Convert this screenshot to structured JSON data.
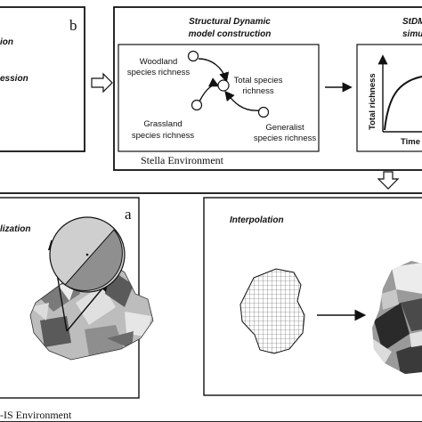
{
  "panel_b": {
    "tag": "b",
    "left_box": {
      "line1": "ion",
      "line2": "ession"
    },
    "model": {
      "title_line1": "Structural Dynamic",
      "title_line2": "model construction",
      "nodes": {
        "woodland": [
          "Woodland",
          "species  richness"
        ],
        "total": [
          "Total species",
          "richness"
        ],
        "grassland": [
          "Grassland",
          "species richness"
        ],
        "generalist": [
          "Generalist",
          "species  richness"
        ]
      }
    },
    "sim": {
      "title_line1": "StDM",
      "title_line2": "simul",
      "ylabel": "Total richness",
      "xlabel": "Time"
    },
    "environment": "Stella Environment"
  },
  "panel_a": {
    "tag": "a",
    "left_title": "lization",
    "environment": "-IS Environment",
    "interpolation_title": "Interpolation"
  },
  "colors": {
    "stroke": "#111111",
    "map_light": "#bdbdbd",
    "map_dark": "#5a5a5a",
    "circle_fill": "#cfcfcf",
    "circle_half": "#8f8f8f",
    "arrow_fill": "#ffffff"
  }
}
